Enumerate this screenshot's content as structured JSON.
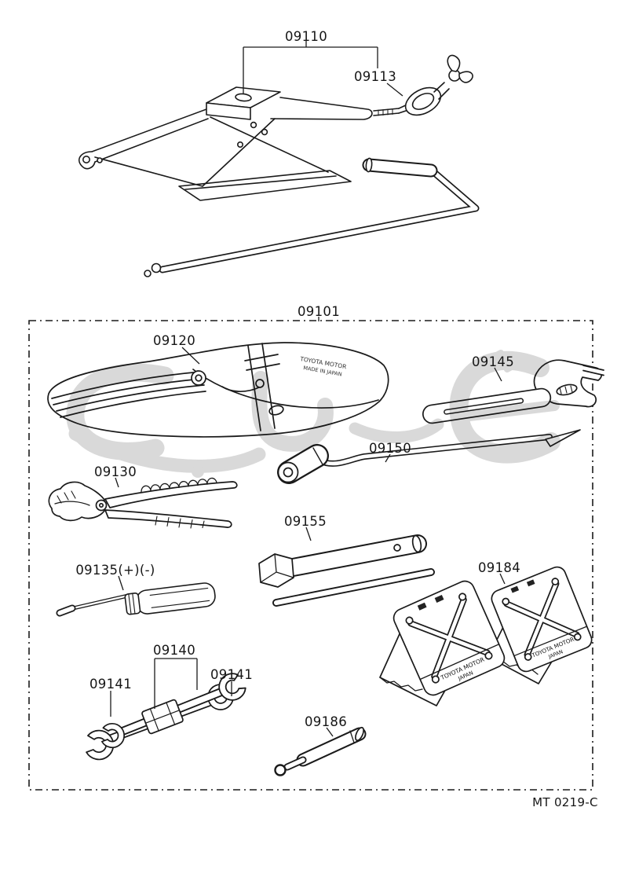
{
  "page": {
    "drawing_code": "MT 0219-C"
  },
  "part_labels": {
    "jack_assembly": "09110",
    "jack_joint": "09113",
    "tool_set": "09101",
    "tool_bag": "09120",
    "pliers": "09130",
    "screwdriver": "09135(+)(-)",
    "wrench_set": "09140",
    "wrench_a": "09141",
    "wrench_b": "09141",
    "adjustable_wrench": "09145",
    "hub_nut_wrench": "09150",
    "box_wrench": "09155",
    "wheel_chocks": "09184",
    "extension_bar": "09186"
  },
  "markings": {
    "bag_brand_line1": "TOYOTA MOTOR",
    "bag_brand_line2": "MADE IN JAPAN",
    "chock_line1": "TOYOTA MOTOR",
    "chock_line2": "JAPAN"
  },
  "colors": {
    "line": "#1a1a1a",
    "watermark": "#d9d9d9",
    "background": "#ffffff"
  }
}
